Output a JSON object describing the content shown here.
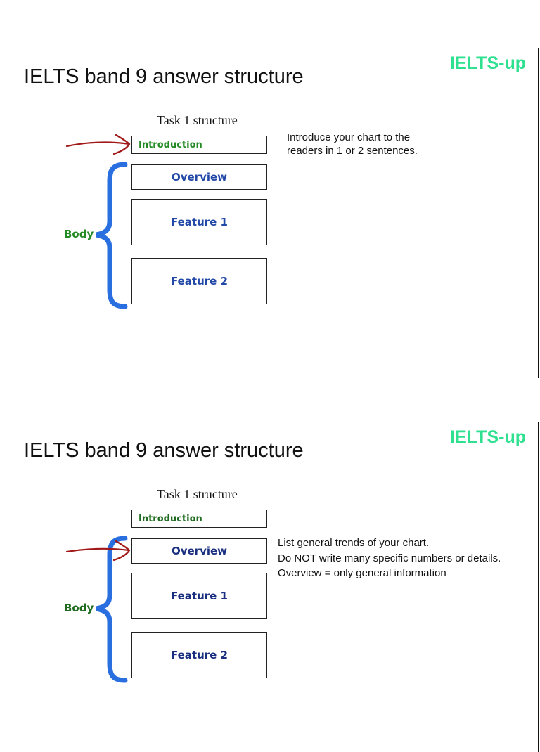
{
  "slides": [
    {
      "brand": "IELTS-up",
      "title": "IELTS band 9 answer structure",
      "task_label": "Task 1 structure",
      "boxes": {
        "intro": "Introduction",
        "overview": "Overview",
        "feature1": "Feature 1",
        "feature2": "Feature 2"
      },
      "body_label": "Body",
      "arrow_target": "Introduction",
      "note": "Introduce your chart to the readers in 1 or 2 sentences."
    },
    {
      "brand": "IELTS-up",
      "title": "IELTS band 9 answer structure",
      "task_label": "Task 1 structure",
      "boxes": {
        "intro": "Introduction",
        "overview": "Overview",
        "feature1": "Feature 1",
        "feature2": "Feature 2"
      },
      "body_label": "Body",
      "arrow_target": "Overview",
      "note_lines": [
        "List general trends of your chart.",
        "Do NOT write many specific numbers or details.",
        "Overview = only general information"
      ]
    }
  ],
  "colors": {
    "brand": "#2ee08f",
    "intro": "#248a24",
    "body_boxes": "#2349a8",
    "brace": "#2a6fe0",
    "arrow": "#a01818"
  }
}
